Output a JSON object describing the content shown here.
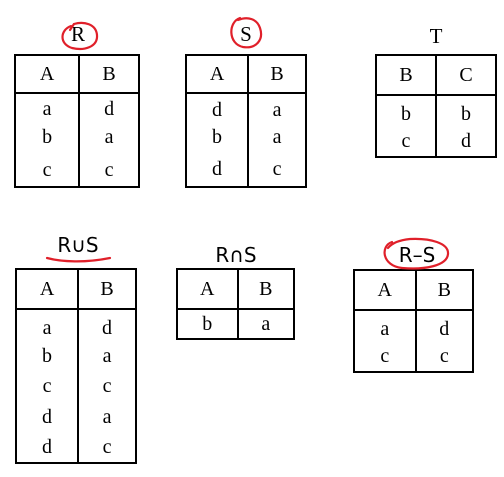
{
  "tables": {
    "R": {
      "title": "R",
      "headers": [
        "A",
        "B"
      ],
      "rows": [
        [
          "a",
          "d"
        ],
        [
          "b",
          "a"
        ],
        [
          "c",
          "c"
        ]
      ]
    },
    "S": {
      "title": "S",
      "headers": [
        "A",
        "B"
      ],
      "rows": [
        [
          "d",
          "a"
        ],
        [
          "b",
          "a"
        ],
        [
          "d",
          "c"
        ]
      ]
    },
    "T": {
      "title": "T",
      "headers": [
        "B",
        "C"
      ],
      "rows": [
        [
          "b",
          "b"
        ],
        [
          "c",
          "d"
        ]
      ]
    },
    "union": {
      "title": "R∪S",
      "headers": [
        "A",
        "B"
      ],
      "rows": [
        [
          "a",
          "d"
        ],
        [
          "b",
          "a"
        ],
        [
          "c",
          "c"
        ],
        [
          "d",
          "a"
        ],
        [
          "d",
          "c"
        ]
      ]
    },
    "intersect": {
      "title": "R∩S",
      "headers": [
        "A",
        "B"
      ],
      "rows": [
        [
          "b",
          "a"
        ]
      ]
    },
    "minus": {
      "title": "R–S",
      "headers": [
        "A",
        "B"
      ],
      "rows": [
        [
          "a",
          "d"
        ],
        [
          "c",
          "c"
        ]
      ]
    }
  },
  "annotation_color": "#e0202a"
}
